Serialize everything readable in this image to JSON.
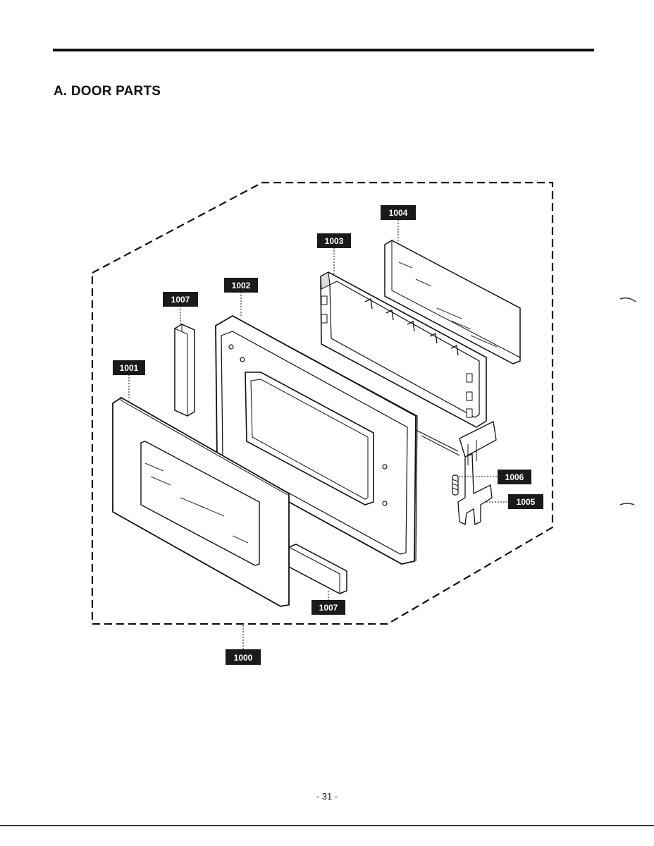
{
  "section_title": "A. DOOR PARTS",
  "page_number": "- 31 -",
  "parts": [
    {
      "id": "p1000",
      "label": "1000"
    },
    {
      "id": "p1001",
      "label": "1001"
    },
    {
      "id": "p1002",
      "label": "1002"
    },
    {
      "id": "p1003",
      "label": "1003"
    },
    {
      "id": "p1004",
      "label": "1004"
    },
    {
      "id": "p1005",
      "label": "1005"
    },
    {
      "id": "p1006",
      "label": "1006"
    },
    {
      "id": "p1007a",
      "label": "1007"
    },
    {
      "id": "p1007b",
      "label": "1007"
    }
  ]
}
